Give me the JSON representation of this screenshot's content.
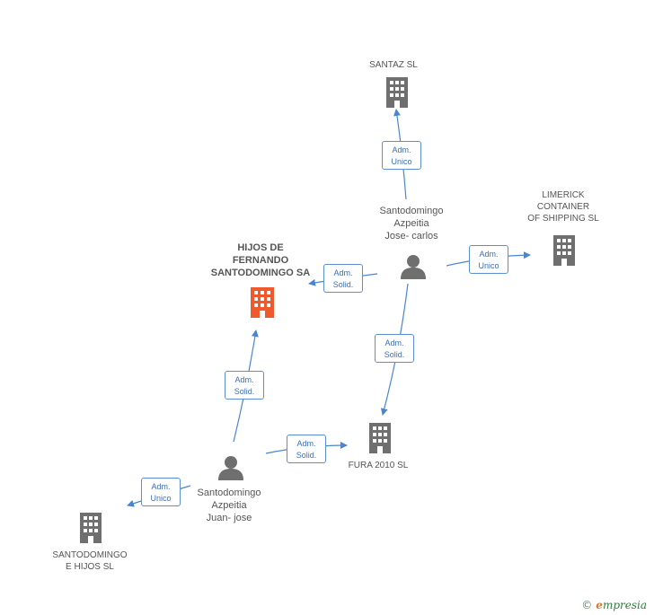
{
  "colors": {
    "edge": "#4a86d0",
    "building": "#6f6f6f",
    "building_main": "#f0592b",
    "person": "#6f6f6f",
    "badge_border": "#5a8fd0",
    "badge_text": "#3a6fb8"
  },
  "nodes": {
    "santaz": {
      "label": "SANTAZ SL",
      "icon": "building-icon"
    },
    "limerick": {
      "label_lines": [
        "LIMERICK",
        "CONTAINER",
        "OF SHIPPING SL"
      ],
      "icon": "building-icon"
    },
    "hijos": {
      "label_lines": [
        "HIJOS DE",
        "FERNANDO",
        "SANTODOMINGO SA"
      ],
      "icon": "building-icon"
    },
    "fura": {
      "label": "FURA 2010 SL",
      "icon": "building-icon"
    },
    "santodomingo_hijos": {
      "label_lines": [
        "SANTODOMINGO",
        "E HIJOS SL"
      ],
      "icon": "building-icon"
    },
    "jose_carlos": {
      "label_lines": [
        "Santodomingo",
        "Azpeitia",
        "Jose- carlos"
      ],
      "icon": "person-icon"
    },
    "juan_jose": {
      "label_lines": [
        "Santodomingo",
        "Azpeitia",
        "Juan- jose"
      ],
      "icon": "person-icon"
    }
  },
  "edges": {
    "jc_santaz": {
      "line1": "Adm.",
      "line2": "Unico"
    },
    "jc_limerick": {
      "line1": "Adm.",
      "line2": "Unico"
    },
    "jc_hijos": {
      "line1": "Adm.",
      "line2": "Solid."
    },
    "jc_fura": {
      "line1": "Adm.",
      "line2": "Solid."
    },
    "jj_hijos": {
      "line1": "Adm.",
      "line2": "Solid."
    },
    "jj_fura": {
      "line1": "Adm.",
      "line2": "Solid."
    },
    "jj_sdh": {
      "line1": "Adm.",
      "line2": "Unico"
    }
  },
  "footer": {
    "copyright": "©",
    "brand_initial": "e",
    "brand_rest": "mpresia"
  }
}
